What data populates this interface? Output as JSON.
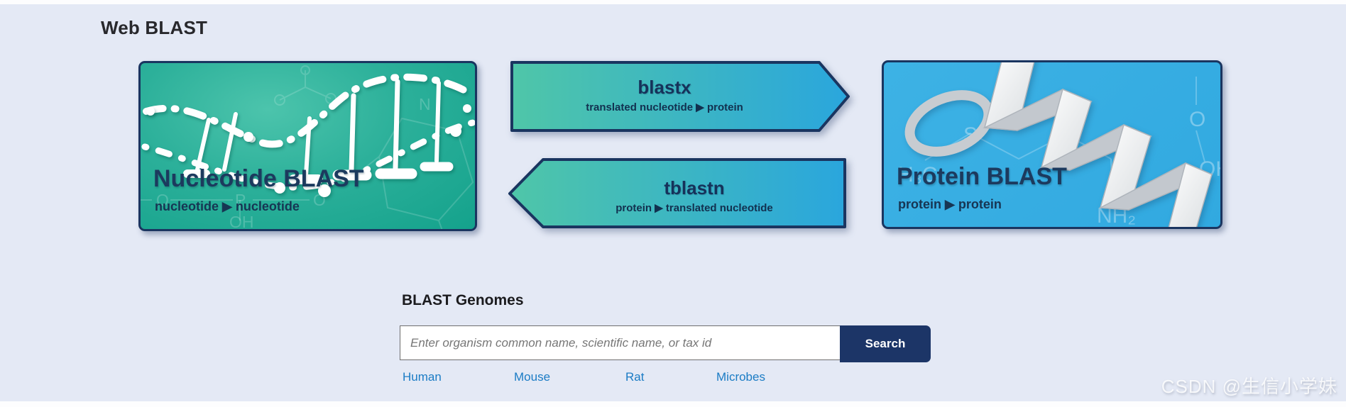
{
  "page": {
    "title": "Web BLAST",
    "watermark": "CSDN @生信小学妹"
  },
  "cards": {
    "nucleotide": {
      "title": "Nucleotide BLAST",
      "subtitle": "nucleotide ▶ nucleotide",
      "art_labels": {
        "o_left": "O",
        "p": "P",
        "o_right": "O",
        "oh": "OH",
        "n": "N"
      }
    },
    "blastx": {
      "title": "blastx",
      "subtitle": "translated nucleotide ▶ protein"
    },
    "tblastn": {
      "title": "tblastn",
      "subtitle": "protein ▶ translated nucleotide"
    },
    "protein": {
      "title": "Protein BLAST",
      "subtitle": "protein ▶ protein",
      "art_labels": {
        "h3c": "H₃C",
        "s": "S",
        "nh2": "NH₂",
        "o": "O",
        "oh": "OH"
      }
    }
  },
  "genomes": {
    "heading": "BLAST Genomes",
    "search_placeholder": "Enter organism common name, scientific name, or tax id",
    "search_button": "Search",
    "links": [
      {
        "label": "Human"
      },
      {
        "label": "Mouse"
      },
      {
        "label": "Rat"
      },
      {
        "label": "Microbes"
      }
    ]
  },
  "colors": {
    "page_background": "#e4e9f5",
    "card_border": "#1a3560",
    "title_navy": "#1c3a5e",
    "nucleotide_teal_light": "#4cc4ac",
    "nucleotide_teal_dark": "#14a28c",
    "protein_blue": "#35aee3",
    "arrow_gradient_left": "#4fc6a8",
    "arrow_gradient_right": "#2aa6dd",
    "search_button_navy": "#1c3567",
    "link_blue": "#1b7cc5"
  }
}
